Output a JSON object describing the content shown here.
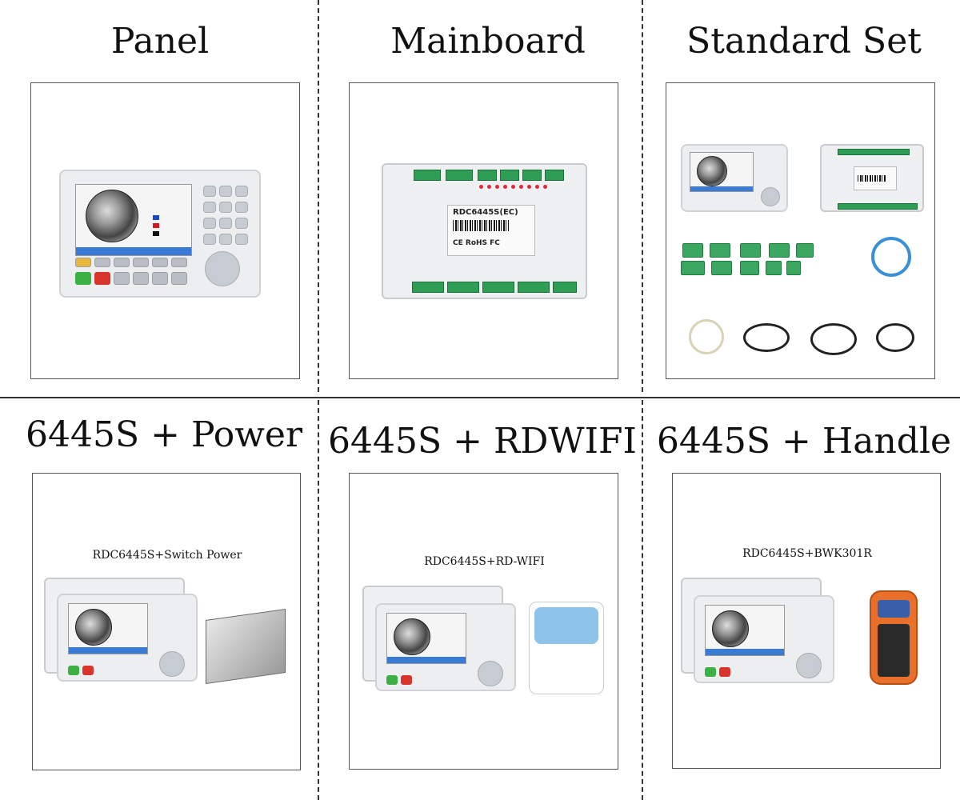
{
  "titles": {
    "panel": "Panel",
    "mainboard": "Mainboard",
    "standard_set": "Standard Set",
    "power": "6445S + Power",
    "rdwifi": "6445S + RDWIFI",
    "handle": "6445S + Handle"
  },
  "captions": {
    "power": "RDC6445S+Switch Power",
    "rdwifi": "RDC6445S+RD-WIFI",
    "handle": "RDC6445S+BWK301R"
  },
  "board_label": {
    "model": "RDC6445S(EC)",
    "marks": "CE  RoHS  FC"
  },
  "colors": {
    "terminal_green": "#2e9e55",
    "led_red": "#e23",
    "screen_blue": "#3a7bd5",
    "handle_orange": "#e8702a",
    "router_blue": "#8fc4ea"
  }
}
